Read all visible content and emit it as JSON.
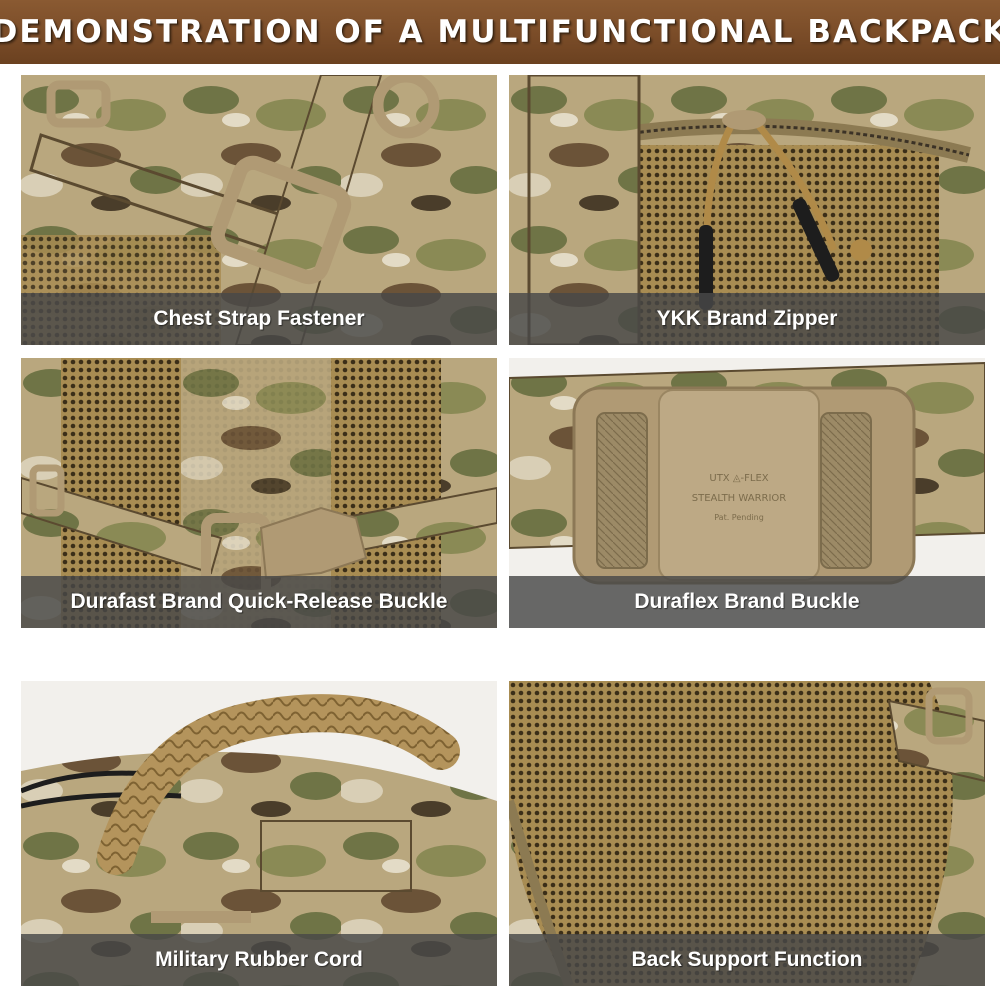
{
  "header": {
    "title": "DEMONSTRATION OF A MULTIFUNCTIONAL BACKPACK"
  },
  "tiles": [
    {
      "caption": "Chest Strap Fastener"
    },
    {
      "caption": "YKK Brand Zipper"
    },
    {
      "caption": "Durafast Brand Quick-Release Buckle"
    },
    {
      "caption": "Duraflex Brand Buckle"
    },
    {
      "caption": "Military Rubber Cord"
    },
    {
      "caption": "Back Support Function"
    }
  ],
  "buckle_engraving": {
    "line1": "UTX ◬-FLEX",
    "line2": "STEALTH WARRIOR",
    "line3": "Pat. Pending"
  },
  "colors": {
    "header_brown": "#7a4c28",
    "caption_bar": "#484848",
    "camo_tan": "#b9a77e",
    "camo_green": "#6f7446",
    "camo_brown": "#6b5338",
    "plastic_tan": "#b09a74"
  }
}
